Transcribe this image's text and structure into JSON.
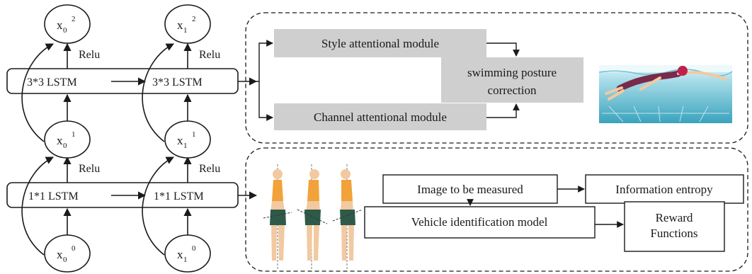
{
  "lstm_network": {
    "top_row": {
      "left_label": "3*3 LSTM",
      "right_label": "3*3 LSTM"
    },
    "bottom_row": {
      "left_label": "1*1 LSTM",
      "right_label": "1*1 LSTM"
    },
    "activation_label": "Relu",
    "nodes": {
      "x0_2": {
        "base": "x",
        "sub": "0",
        "sup": "2"
      },
      "x1_2": {
        "base": "x",
        "sub": "1",
        "sup": "2"
      },
      "x0_1": {
        "base": "x",
        "sub": "0",
        "sup": "1"
      },
      "x1_1": {
        "base": "x",
        "sub": "1",
        "sup": "1"
      },
      "x0_0": {
        "base": "x",
        "sub": "0",
        "sup": "0"
      },
      "x1_0": {
        "base": "x",
        "sub": "1",
        "sup": "0"
      }
    }
  },
  "top_panel": {
    "style_module": "Style attentional module",
    "channel_module": "Channel attentional module",
    "correction_line1": "swimming posture",
    "correction_line2": "correction"
  },
  "bottom_panel": {
    "image_box": "Image to be measured",
    "entropy_box": "Information entropy",
    "vehicle_box": "Vehicle identification model",
    "reward_line1": "Reward",
    "reward_line2": "Functions"
  },
  "colors": {
    "module_fill": "#cfcfcf",
    "stroke": "#1a1a1a",
    "water_top": "#bfe6ef",
    "water_deep": "#4fb3c8",
    "swimsuit": "#7a2a4a",
    "cap": "#c0204a",
    "skin": "#f2c9a0",
    "top_shirt": "#f2a23a",
    "shorts": "#2f5a4a"
  }
}
